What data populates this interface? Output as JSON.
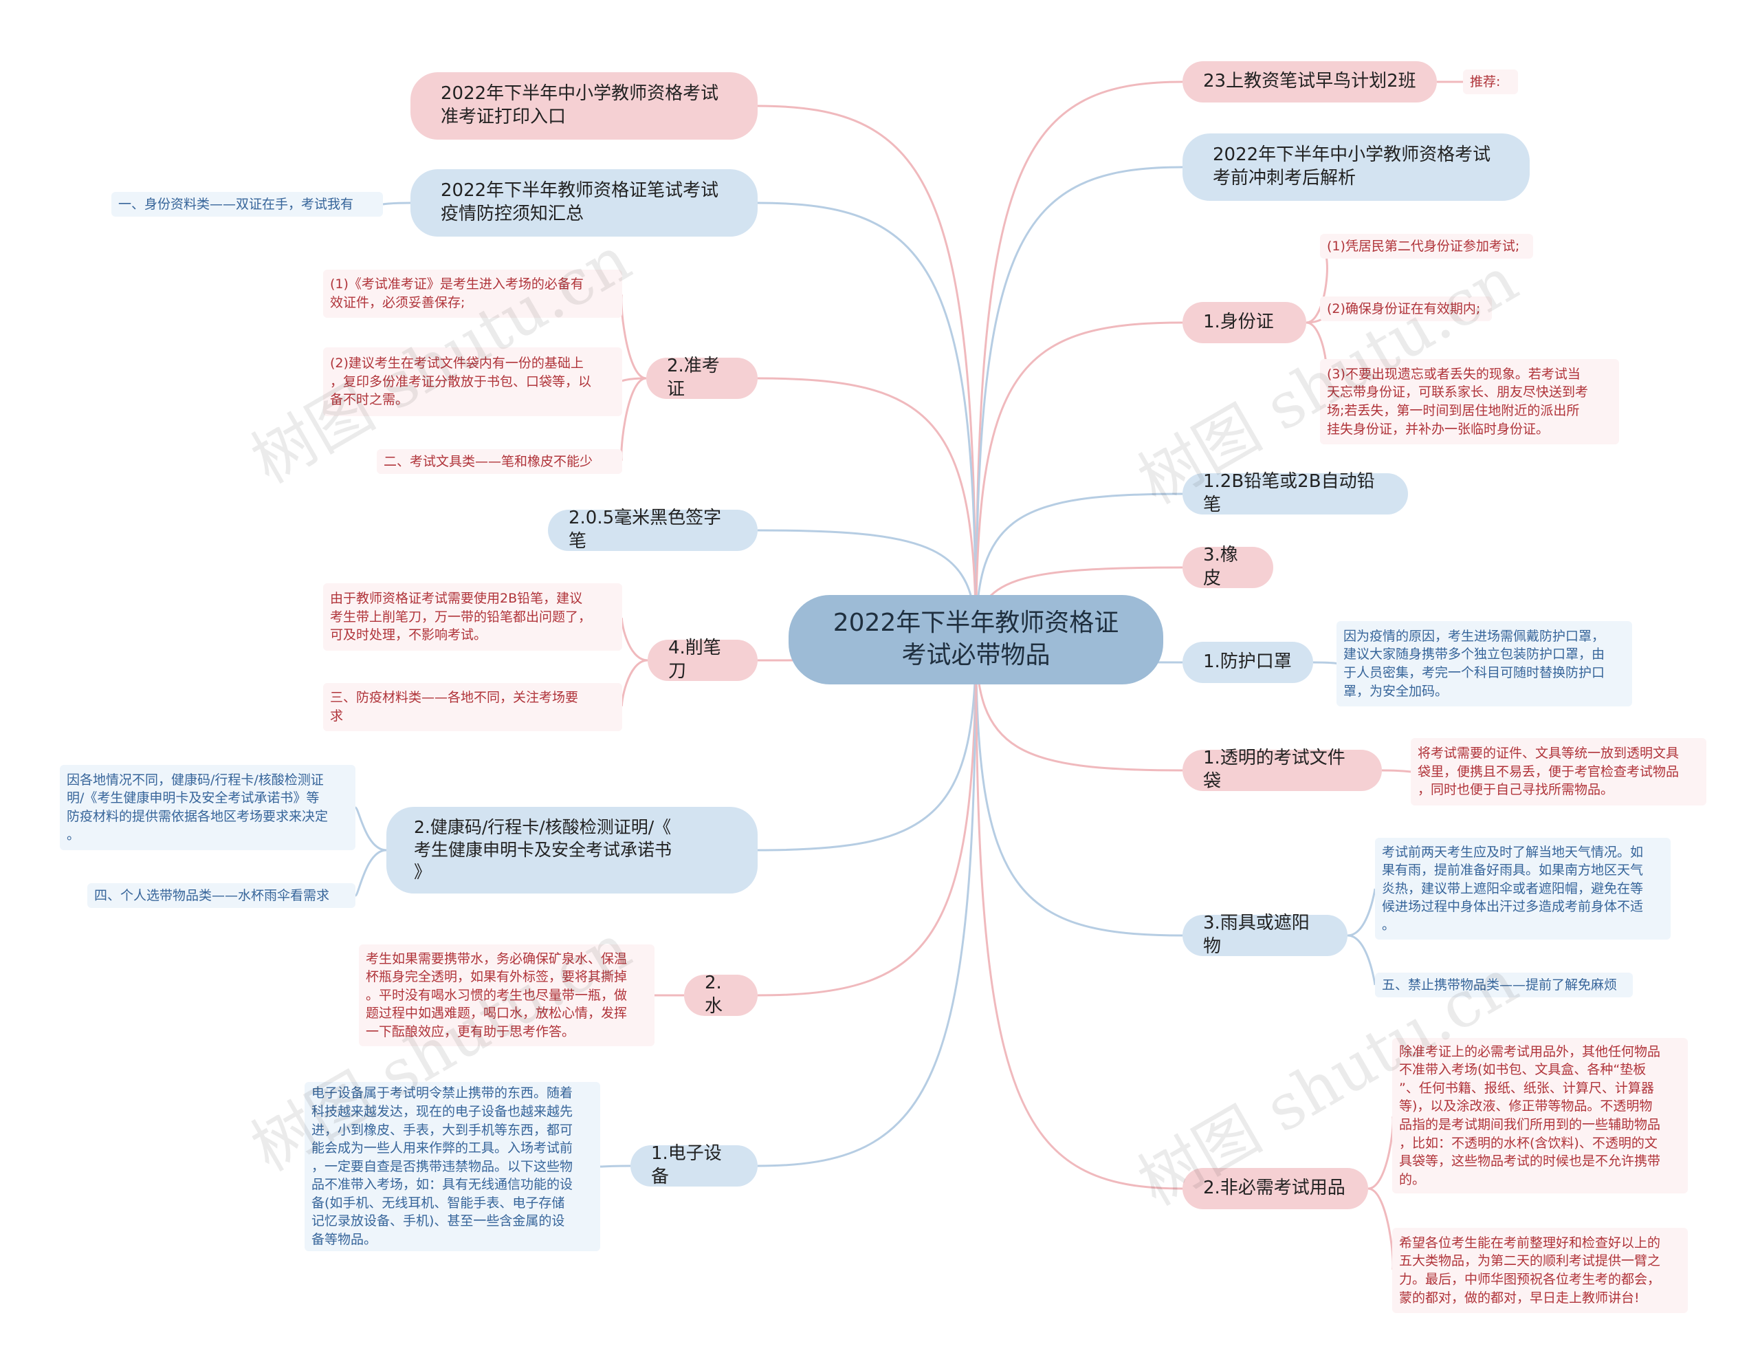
{
  "root": {
    "title": "2022年下半年教师资格证\n考试必带物品"
  },
  "left": {
    "top_entry": "2022年下半年中小学教师资格考试\n准考证打印入口",
    "epidemic_summary": "2022年下半年教师资格证笔试考试\n疫情防控须知汇总",
    "id_category": "一、身份资料类——双证在手，考试我有",
    "admission": {
      "label": "2.准考证",
      "item1": "(1)《考试准考证》是考生进入考场的必备有\n效证件，必须妥善保存;",
      "item2": "(2)建议考生在考试文件袋内有一份的基础上\n，复印多份准考证分散放于书包、口袋等，以\n备不时之需。",
      "stationery": "二、考试文具类——笔和橡皮不能少"
    },
    "pen": "2.0.5毫米黑色签字笔",
    "sharpener": {
      "label": "4.削笔刀",
      "note": "由于教师资格证考试需要使用2B铅笔，建议\n考生带上削笔刀，万一带的铅笔都出问题了，\n可及时处理，不影响考试。",
      "epidemic_cat": "三、防疫材料类——各地不同，关注考场要\n求"
    },
    "health": {
      "label": "2.健康码/行程卡/核酸检测证明/《\n考生健康申明卡及安全考试承诺书\n》",
      "note": "因各地情况不同，健康码/行程卡/核酸检测证\n明/《考生健康申明卡及安全考试承诺书》等\n防疫材料的提供需依据各地区考场要求来决定\n。",
      "personal_cat": "四、个人选带物品类——水杯雨伞看需求"
    },
    "water": {
      "label": "2.水",
      "note": "考生如果需要携带水，务必确保矿泉水、保温\n杯瓶身完全透明，如果有外标签，要将其撕掉\n。平时没有喝水习惯的考生也尽量带一瓶，做\n题过程中如遇难题，喝口水，放松心情，发挥\n一下酝酿效应，更有助于思考作答。"
    },
    "electronics": {
      "label": "1.电子设备",
      "note": "电子设备属于考试明令禁止携带的东西。随着\n科技越来越发达，现在的电子设备也越来越先\n进，小到橡皮、手表，大到手机等东西，都可\n能会成为一些人用来作弊的工具。入场考试前\n，一定要自查是否携带违禁物品。以下这些物\n品不准带入考场，如：具有无线通信功能的设\n备(如手机、无线耳机、智能手表、电子存储\n记忆录放设备、手机)、甚至一些含金属的设\n备等物品。"
    }
  },
  "right": {
    "early_bird": "23上教资笔试早鸟计划2班",
    "recommend": "推荐:",
    "analysis": "2022年下半年中小学教师资格考试\n考前冲刺考后解析",
    "idcard": {
      "label": "1.身份证",
      "item1": "(1)凭居民第二代身份证参加考试;",
      "item2": "(2)确保身份证在有效期内;",
      "item3": "(3)不要出现遗忘或者丢失的现象。若考试当\n天忘带身份证，可联系家长、朋友尽快送到考\n场;若丢失，第一时间到居住地附近的派出所\n挂失身份证，并补办一张临时身份证。"
    },
    "pencil": "1.2B铅笔或2B自动铅笔",
    "eraser": "3.橡皮",
    "mask": {
      "label": "1.防护口罩",
      "note": "因为疫情的原因，考生进场需佩戴防护口罩，\n建议大家随身携带多个独立包装防护口罩，由\n于人员密集，考完一个科目可随时替换防护口\n罩，为安全加码。"
    },
    "filebag": {
      "label": "1.透明的考试文件袋",
      "note": "将考试需要的证件、文具等统一放到透明文具\n袋里，便携且不易丢，便于考官检查考试物品\n，同时也便于自己寻找所需物品。"
    },
    "rain": {
      "label": "3.雨具或遮阳物",
      "note": "考试前两天考生应及时了解当地天气情况。如\n果有雨，提前准备好雨具。如果南方地区天气\n炎热，建议带上遮阳伞或者遮阳帽，避免在等\n候进场过程中身体出汗过多造成考前身体不适\n。",
      "forbidden_cat": "五、禁止携带物品类——提前了解免麻烦"
    },
    "nonessential": {
      "label": "2.非必需考试用品",
      "note1": "除准考证上的必需考试用品外，其他任何物品\n不准带入考场(如书包、文具盒、各种“垫板\n”、任何书籍、报纸、纸张、计算尺、计算器\n等)，以及涂改液、修正带等物品。不透明物\n品指的是考试期间我们所用到的一些辅助物品\n，比如：不透明的水杯(含饮料)、不透明的文\n具袋等，这些物品考试的时候也是不允许携带\n的。",
      "note2": "希望各位考生能在考前整理好和检查好以上的\n五大类物品，为第二天的顺利考试提供一臂之\n力。最后，中师华图预祝各位考生考的都会，\n蒙的都对，做的都对，早日走上教师讲台!"
    }
  },
  "watermark": "树图 shutu.cn",
  "colors": {
    "pink_line": "#f0b9bd",
    "blue_line": "#b6cde3",
    "root_fill": "#9dbbd6"
  }
}
